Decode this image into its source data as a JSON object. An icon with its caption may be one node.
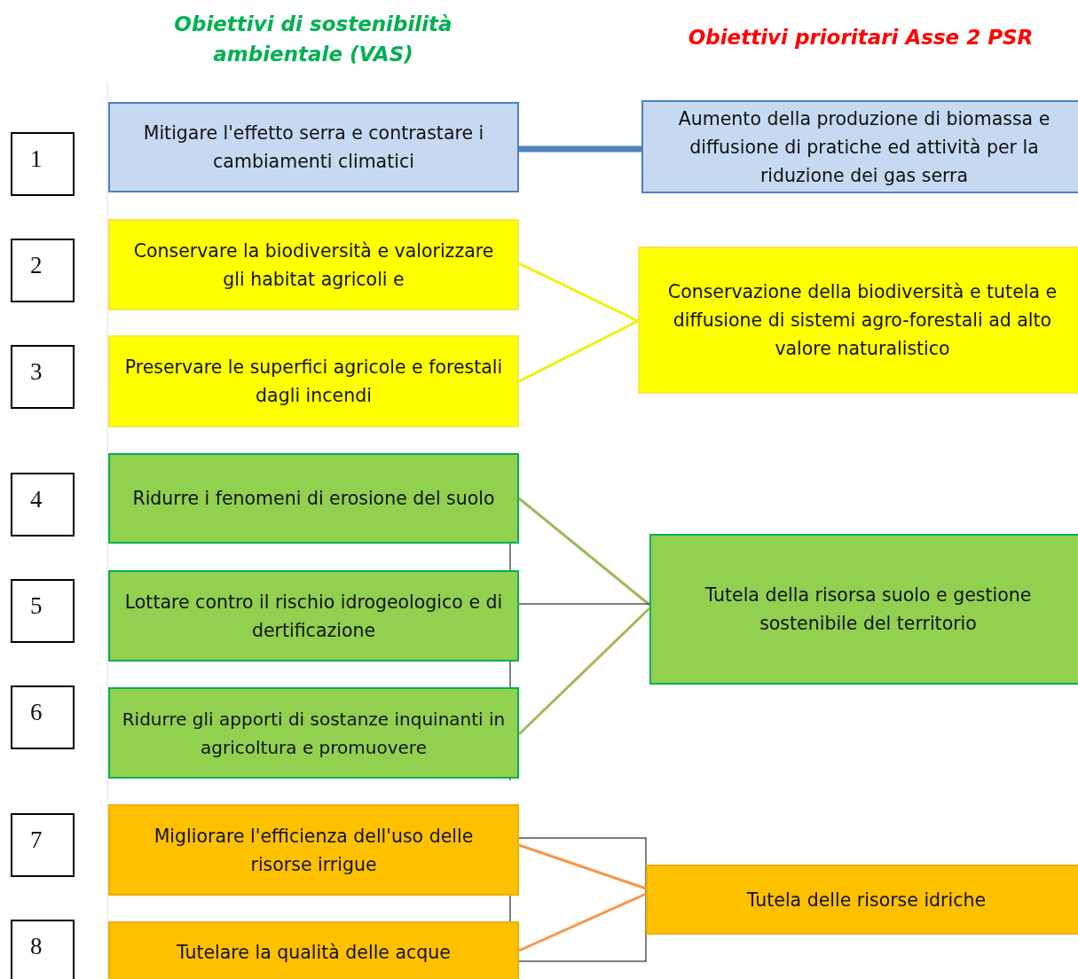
{
  "diagram": {
    "nodes": [
      {
        "text": [
          "1"
        ]
      },
      {
        "text": [
          "2"
        ]
      },
      {
        "text": [
          "3"
        ]
      },
      {
        "text": [
          "4"
        ]
      },
      {
        "text": [
          "5"
        ]
      },
      {
        "text": [
          "6"
        ]
      },
      {
        "text": [
          "7"
        ]
      },
      {
        "text": [
          "8"
        ]
      },
      {
        "text": [
          "Mitigare l'effetto serra e contrastare i cambiamenti climatici"
        ]
      },
      {
        "text": [
          "Conservare la biodiversità e valorizzare gli habitat agricoli e"
        ]
      },
      {
        "text": [
          "Preservare le superfici agricole e forestali dagli incendi"
        ]
      },
      {
        "text": [
          "Ridurre i fenomeni di erosione del suolo"
        ]
      },
      {
        "text": [
          "Lottare contro il rischio idrogeologico e di dertificazione"
        ]
      },
      {
        "text": [
          "Ridurre gli apporti di sostanze inquinanti in agricoltura e promuovere"
        ]
      },
      {
        "text": [
          "Migliorare l'efficienza dell'uso delle risorse irrigue"
        ]
      },
      {
        "text": [
          "Tutelare la qualità delle acque"
        ]
      },
      {
        "text": [
          "Aumento della produzione di biomassa e diffusione di pratiche ed attività per la riduzione  dei gas serra"
        ]
      },
      {
        "text": [
          "Conservazione della biodiversità e tutela e diffusione di sistemi agro-forestali ad alto valore naturalistico"
        ]
      },
      {
        "text": [
          "Tutela della risorsa suolo e gestione sostenibile del territorio"
        ]
      },
      {
        "text": [
          "Tutela delle risorse idriche"
        ]
      }
    ],
    "edges": [
      {
        "from": 8,
        "to": 16,
        "arrow": "none",
        "style": "thick",
        "color": "#4f81bd"
      },
      {
        "from": 9,
        "to": 17,
        "arrow": "none",
        "color": "#f0f000"
      },
      {
        "from": 10,
        "to": 17,
        "arrow": "none",
        "color": "#f0f000"
      },
      {
        "from": 11,
        "to": 18,
        "arrow": "none",
        "color": "#9bbb59"
      },
      {
        "from": 12,
        "to": 18,
        "arrow": "none",
        "color": "#000000"
      },
      {
        "from": 13,
        "to": 18,
        "arrow": "none",
        "color": "#9bbb59"
      },
      {
        "from": 14,
        "to": 19,
        "arrow": "none",
        "color": "#f79646"
      },
      {
        "from": 15,
        "to": 19,
        "arrow": "none",
        "color": "#f79646"
      }
    ],
    "labels": [
      "Obiettivi di sostenibilità ambientale (VAS)",
      "Obiettivi prioritari Asse 2 PSR"
    ]
  }
}
